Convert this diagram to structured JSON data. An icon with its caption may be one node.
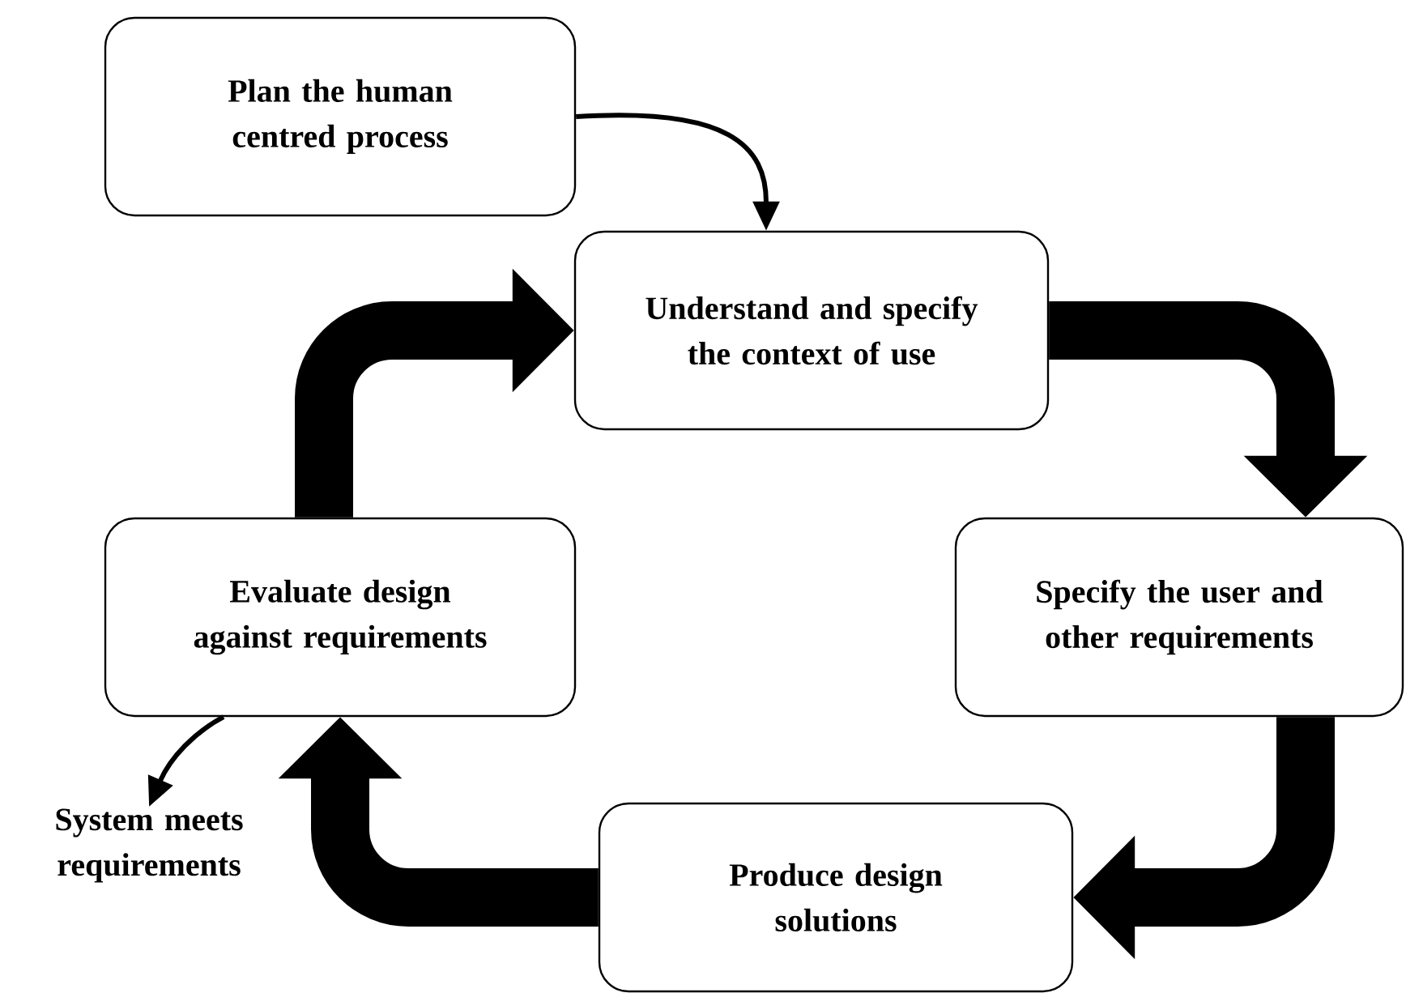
{
  "diagram": {
    "nodes": [
      {
        "text": [
          "Plan the human centred process"
        ]
      },
      {
        "text": [
          "Understand and specify the context of use"
        ]
      },
      {
        "text": [
          "Specify the user and other requirements"
        ]
      },
      {
        "text": [
          "Produce design solutions"
        ]
      },
      {
        "text": [
          "Evaluate design against requirements"
        ]
      },
      {
        "text": [
          "System meets requirements"
        ]
      }
    ],
    "edges": [
      {
        "from": 0,
        "to": 1,
        "arrow": "to"
      },
      {
        "from": 1,
        "to": 2,
        "arrow": "to"
      },
      {
        "from": 2,
        "to": 3,
        "arrow": "to"
      },
      {
        "from": 3,
        "to": 4,
        "arrow": "to"
      },
      {
        "from": 4,
        "to": 1,
        "arrow": "to"
      },
      {
        "from": 4,
        "to": 5,
        "arrow": "to"
      }
    ]
  }
}
